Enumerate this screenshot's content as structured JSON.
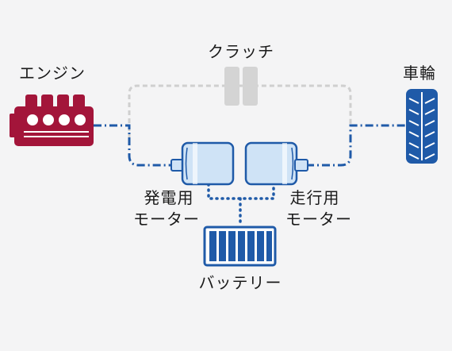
{
  "labels": {
    "engine": "エンジン",
    "clutch": "クラッチ",
    "wheel": "車輪",
    "generator_line1": "発電用",
    "generator_line2": "モーター",
    "drive_line1": "走行用",
    "drive_line2": "モーター",
    "battery": "バッテリー"
  },
  "colors": {
    "background": "#f4f4f5",
    "engine": "#a3153a",
    "blue": "#1f5aa8",
    "motor_fill": "#cfe3f6",
    "clutch": "#d4d4d4",
    "text": "#1a1a1a"
  },
  "icons": {
    "engine": "engine-icon",
    "clutch": "clutch-icon",
    "wheel": "wheel-icon",
    "generator": "generator-motor-icon",
    "drive": "drive-motor-icon",
    "battery": "battery-icon"
  }
}
